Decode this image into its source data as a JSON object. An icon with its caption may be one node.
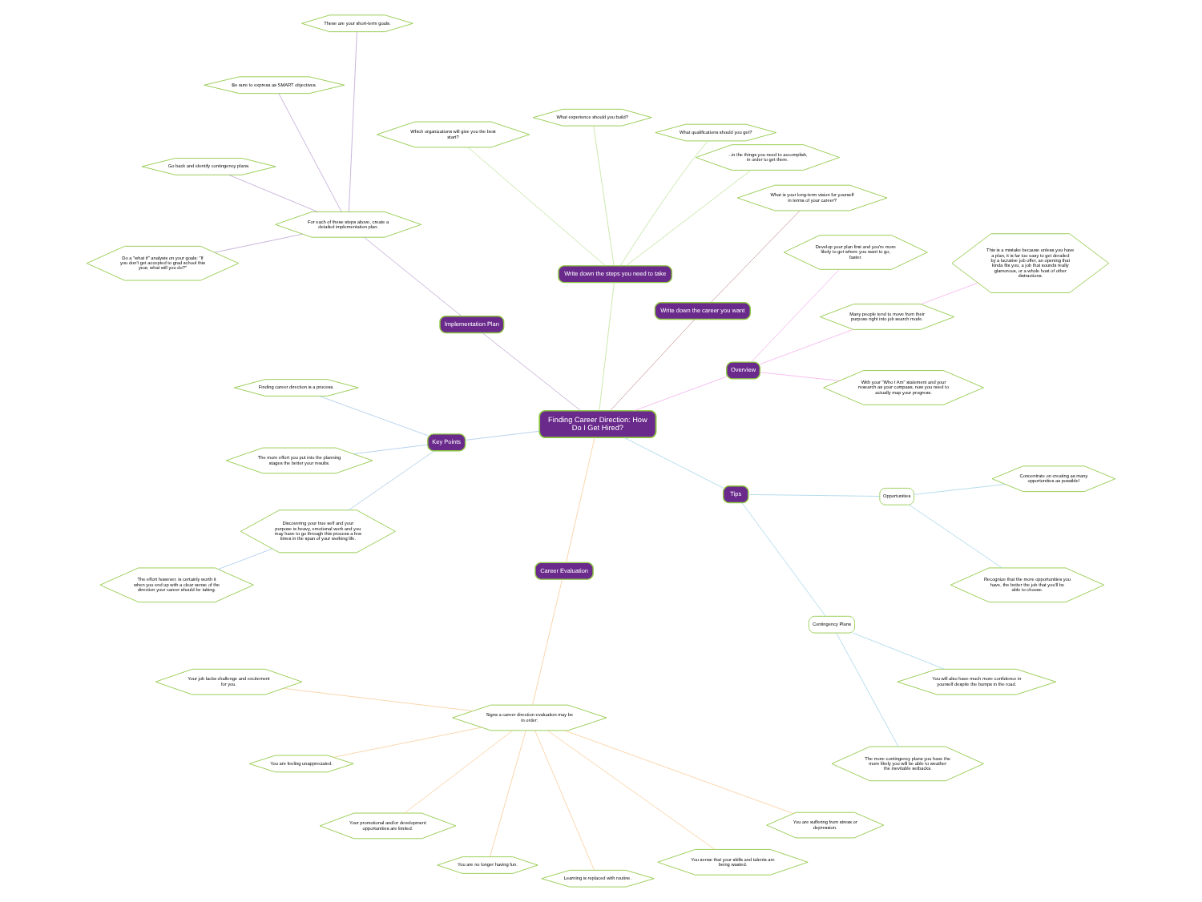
{
  "diagram": {
    "nodes": [
      {
        "text": [
          "Finding Career Direction: How Do I Get Hired?"
        ]
      },
      {
        "text": [
          "Overview"
        ]
      },
      {
        "text": [
          "With your \"Who I Am\" statement and your research as your compass, now you need to actually map your progress."
        ]
      },
      {
        "text": [
          "Many people tend to move from their purpose right into job search mode."
        ]
      },
      {
        "text": [
          "This is a mistake because unless you have a plan, it is far too easy to get derailed by a lucrative job offer, an opening that kinda fits you, a job that sounds really glamorous, or a whole host of other distractions."
        ]
      },
      {
        "text": [
          "Develop your plan first and you're more likely to get where you want to go, faster."
        ]
      },
      {
        "text": [
          "Write down the career you want"
        ]
      },
      {
        "text": [
          "What is your long-term vision for yourself in terms of your career?"
        ]
      },
      {
        "text": [
          "Write down the steps you need to take"
        ]
      },
      {
        "text": [
          "...in the things you need to accomplish, in order to get there."
        ]
      },
      {
        "text": [
          "What qualifications should you get?"
        ]
      },
      {
        "text": [
          "What experience should you build?"
        ]
      },
      {
        "text": [
          "Which organizations will give you the best start?"
        ]
      },
      {
        "text": [
          "Implementation Plan"
        ]
      },
      {
        "text": [
          "For each of these steps above, create a detailed implementation plan."
        ]
      },
      {
        "text": [
          "These are your short-term goals."
        ]
      },
      {
        "text": [
          "Be sure to express as SMART objectives."
        ]
      },
      {
        "text": [
          "Go back and identify contingency plans."
        ]
      },
      {
        "text": [
          "Do a \"what if\" analysis on your goals: \"If you don't get accepted to grad school this year, what will you do?\""
        ]
      },
      {
        "text": [
          "Key Points"
        ]
      },
      {
        "text": [
          "Finding career direction is a process."
        ]
      },
      {
        "text": [
          "The more effort you put into the planning stages the better your results."
        ]
      },
      {
        "text": [
          "Discovering your true self and your purpose is heavy, emotional work and you may have to go through this process a few times in the span of your working life."
        ]
      },
      {
        "text": [
          "The effort however, is certainly worth it when you end up with a clear sense of the direction your career should be taking."
        ]
      },
      {
        "text": [
          "Career Evaluation"
        ]
      },
      {
        "text": [
          "Signs a career direction evaluation may be in order:"
        ]
      },
      {
        "text": [
          "Your job lacks challenge and excitement for you."
        ]
      },
      {
        "text": [
          "You are feeling unappreciated."
        ]
      },
      {
        "text": [
          "Your promotional and/or development opportunities are limited."
        ]
      },
      {
        "text": [
          "You are no longer having fun."
        ]
      },
      {
        "text": [
          "Learning is replaced with routine."
        ]
      },
      {
        "text": [
          "You sense that your skills and talents are being wasted."
        ]
      },
      {
        "text": [
          "You are suffering from stress or depression."
        ]
      },
      {
        "text": [
          "Tips"
        ]
      },
      {
        "text": [
          "Contingency Plans"
        ]
      },
      {
        "text": [
          "The more contingency plans you have the more likely you will be able to weather the inevitable setbacks."
        ]
      },
      {
        "text": [
          "You will also have much more confidence in yourself despite the bumps in the road."
        ]
      },
      {
        "text": [
          "Opportunities"
        ]
      },
      {
        "text": [
          "Recognize that the more opportunities you have, the better the job that you'll be able to choose."
        ]
      },
      {
        "text": [
          "Concentrate on creating as many opportunities as possible!"
        ]
      }
    ],
    "edges": [
      {
        "from": 0,
        "to": 1,
        "arrow": "none",
        "color": "#f4a8ec"
      },
      {
        "from": 1,
        "to": 2,
        "arrow": "none",
        "color": "#f4a8ec"
      },
      {
        "from": 1,
        "to": 3,
        "arrow": "none",
        "color": "#f4a8ec"
      },
      {
        "from": 3,
        "to": 4,
        "arrow": "none",
        "color": "#f4a8ec"
      },
      {
        "from": 1,
        "to": 5,
        "arrow": "none",
        "color": "#f4a8ec"
      },
      {
        "from": 0,
        "to": 6,
        "arrow": "none",
        "color": "#c89090"
      },
      {
        "from": 6,
        "to": 7,
        "arrow": "none",
        "color": "#c89090"
      },
      {
        "from": 0,
        "to": 8,
        "arrow": "none",
        "color": "#b8e090"
      },
      {
        "from": 8,
        "to": 9,
        "arrow": "none",
        "color": "#b8e090"
      },
      {
        "from": 8,
        "to": 10,
        "arrow": "none",
        "color": "#b8e090"
      },
      {
        "from": 8,
        "to": 11,
        "arrow": "none",
        "color": "#b8e090"
      },
      {
        "from": 8,
        "to": 12,
        "arrow": "none",
        "color": "#b8e090"
      },
      {
        "from": 0,
        "to": 13,
        "arrow": "none",
        "color": "#b89ad0"
      },
      {
        "from": 13,
        "to": 14,
        "arrow": "none",
        "color": "#b89ad0"
      },
      {
        "from": 14,
        "to": 15,
        "arrow": "none",
        "color": "#b89ad0"
      },
      {
        "from": 14,
        "to": 16,
        "arrow": "none",
        "color": "#b89ad0"
      },
      {
        "from": 14,
        "to": 17,
        "arrow": "none",
        "color": "#b89ad0"
      },
      {
        "from": 14,
        "to": 18,
        "arrow": "none",
        "color": "#b89ad0"
      },
      {
        "from": 0,
        "to": 19,
        "arrow": "none",
        "color": "#a0c4e8"
      },
      {
        "from": 19,
        "to": 20,
        "arrow": "none",
        "color": "#a0c4e8"
      },
      {
        "from": 19,
        "to": 21,
        "arrow": "none",
        "color": "#a0c4e8"
      },
      {
        "from": 19,
        "to": 22,
        "arrow": "none",
        "color": "#a0c4e8"
      },
      {
        "from": 22,
        "to": 23,
        "arrow": "none",
        "color": "#a0c4e8"
      },
      {
        "from": 0,
        "to": 24,
        "arrow": "none",
        "color": "#f8c890"
      },
      {
        "from": 24,
        "to": 25,
        "arrow": "none",
        "color": "#f8c890"
      },
      {
        "from": 25,
        "to": 26,
        "arrow": "none",
        "color": "#f8c890"
      },
      {
        "from": 25,
        "to": 27,
        "arrow": "none",
        "color": "#f8c890"
      },
      {
        "from": 25,
        "to": 28,
        "arrow": "none",
        "color": "#f8c890"
      },
      {
        "from": 25,
        "to": 29,
        "arrow": "none",
        "color": "#f8c890"
      },
      {
        "from": 25,
        "to": 30,
        "arrow": "none",
        "color": "#f8c890"
      },
      {
        "from": 25,
        "to": 31,
        "arrow": "none",
        "color": "#f8c890"
      },
      {
        "from": 25,
        "to": 32,
        "arrow": "none",
        "color": "#f8c890"
      },
      {
        "from": 0,
        "to": 33,
        "arrow": "none",
        "color": "#9cd0e8"
      },
      {
        "from": 33,
        "to": 34,
        "arrow": "none",
        "color": "#9cd0e8"
      },
      {
        "from": 34,
        "to": 35,
        "arrow": "none",
        "color": "#9cd0e8"
      },
      {
        "from": 34,
        "to": 36,
        "arrow": "none",
        "color": "#9cd0e8"
      },
      {
        "from": 33,
        "to": 37,
        "arrow": "none",
        "color": "#9cd0e8"
      },
      {
        "from": 37,
        "to": 38,
        "arrow": "none",
        "color": "#9cd0e8"
      },
      {
        "from": 37,
        "to": 39,
        "arrow": "none",
        "color": "#9cd0e8"
      }
    ]
  }
}
